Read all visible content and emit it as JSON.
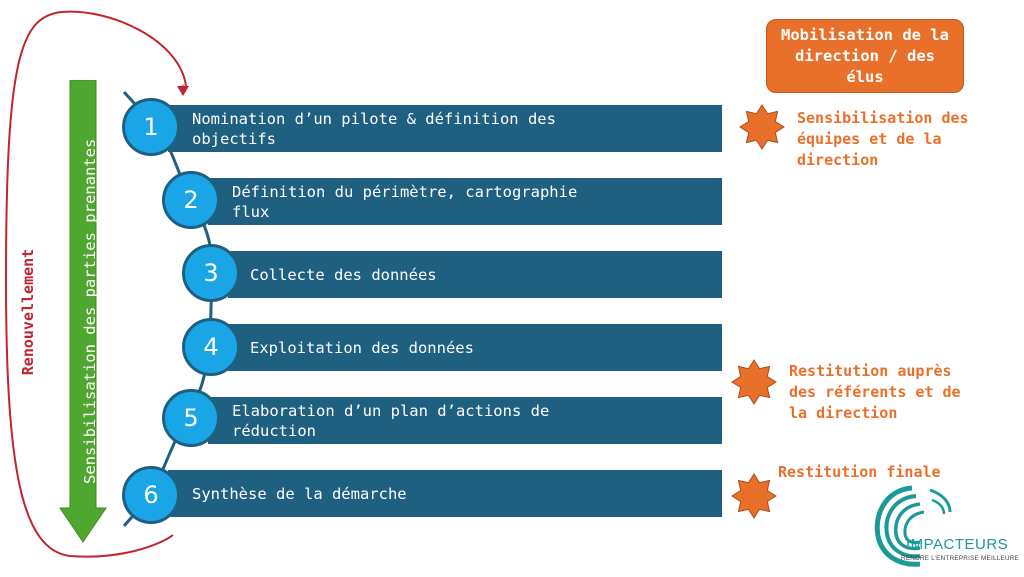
{
  "steps": [
    {
      "number": "1",
      "label": "Nomination d’un pilote & définition des\nobjectifs"
    },
    {
      "number": "2",
      "label": "Définition du périmètre, cartographie\nflux"
    },
    {
      "number": "3",
      "label": "Collecte des données"
    },
    {
      "number": "4",
      "label": "Exploitation des données"
    },
    {
      "number": "5",
      "label": "Elaboration d’un plan d’actions de\nréduction"
    },
    {
      "number": "6",
      "label": "Synthèse de la démarche"
    }
  ],
  "top_box": "Mobilisation de la direction / des élus",
  "milestones": [
    "Sensibilisation des\néquipes et de la\ndirection",
    "Restitution auprès\ndes référents et de\nla direction",
    "Restitution finale"
  ],
  "left_labels": {
    "renewal": "Renouvellement",
    "stakeholders": "Sensibilisation des parties prenantes"
  },
  "logo": {
    "name": "IMPACTEURS",
    "tagline": "RENDRE L’ENTREPRISE MEILLEURE"
  },
  "colors": {
    "bar": "#1f5f7f",
    "circle": "#1aa6e6",
    "orange": "#e8702a",
    "green_arrow": "#4ea72e",
    "red_arrow": "#c0262d",
    "teal_logo": "#1a9a98"
  }
}
